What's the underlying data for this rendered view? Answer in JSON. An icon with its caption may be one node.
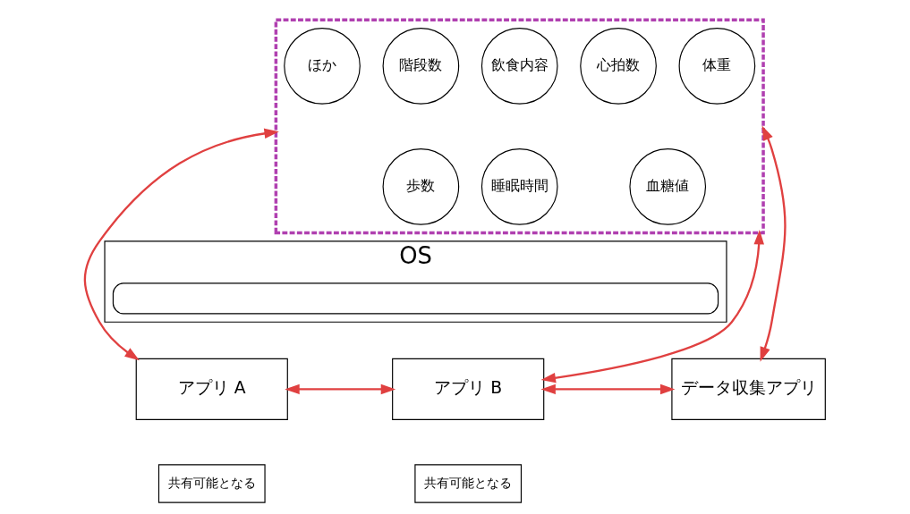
{
  "diagram": {
    "nodes": [
      {
        "text": [],
        "shape": "box"
      },
      {
        "text": [
          "体重"
        ],
        "in": 0
      },
      {
        "text": [
          "心拍数"
        ],
        "in": 0
      },
      {
        "text": [
          "血糖値"
        ],
        "in": 0
      },
      {
        "text": [
          "飲食内容"
        ],
        "in": 0
      },
      {
        "text": [
          "階段数"
        ],
        "in": 0
      },
      {
        "text": [
          "睡眠時間"
        ],
        "in": 0
      },
      {
        "text": [
          "歩数"
        ],
        "in": 0
      },
      {
        "text": [
          "ほか"
        ],
        "in": 0
      },
      {
        "text": [
          "OS"
        ]
      },
      {
        "text": [],
        "shape": "box",
        "in": 9
      },
      {
        "text": [
          "アプリ A"
        ]
      },
      {
        "text": [
          "アプリ B"
        ]
      },
      {
        "text": [
          "データ収集アプリ"
        ]
      },
      {
        "text": [
          "共有可能となる"
        ]
      },
      {
        "text": [
          "共有可能となる"
        ]
      }
    ],
    "edges": [
      {
        "from": 11,
        "to": 0,
        "arrow": "both"
      },
      {
        "from": 12,
        "to": 0,
        "arrow": "both"
      },
      {
        "from": 13,
        "to": 0,
        "arrow": "both"
      },
      {
        "from": 11,
        "to": 12,
        "arrow": "both"
      },
      {
        "from": 12,
        "to": 13,
        "arrow": "both"
      }
    ]
  }
}
